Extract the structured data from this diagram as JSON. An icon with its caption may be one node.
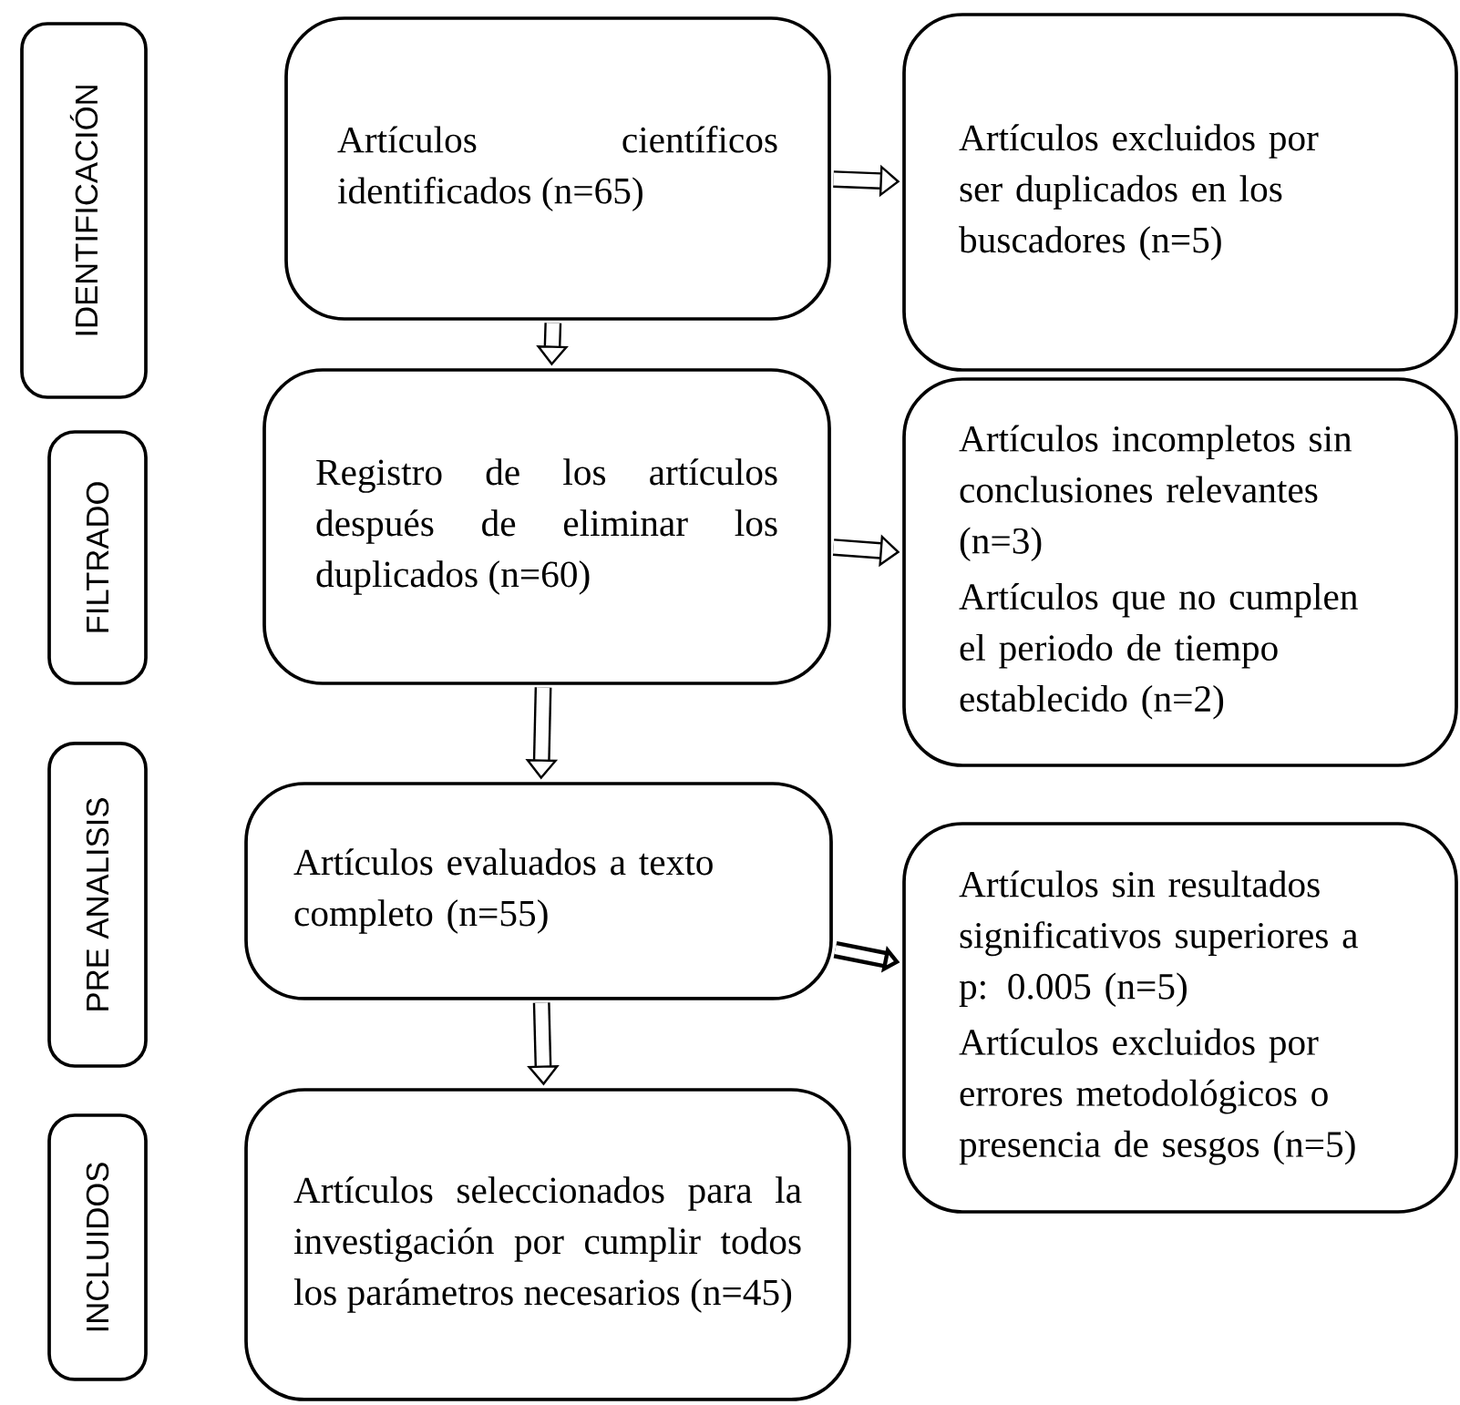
{
  "diagram": {
    "nodes": [
      {
        "text": [
          "IDENTIFICACIÓN"
        ]
      },
      {
        "text": [
          "FILTRADO"
        ]
      },
      {
        "text": [
          "PRE ANALISIS"
        ]
      },
      {
        "text": [
          "INCLUIDOS"
        ]
      },
      {
        "text": [
          "Artículos científicos identificados (n=65)"
        ]
      },
      {
        "text": [
          "Artículos excluidos por ser duplicados en los buscadores (n=5)"
        ]
      },
      {
        "text": [
          "Registro de los artículos después de eliminar los duplicados (n=60)"
        ]
      },
      {
        "text": [
          "Artículos incompletos sin conclusiones relevantes (n=3)",
          "Artículos que no cumplen el periodo de tiempo establecido (n=2)"
        ]
      },
      {
        "text": [
          "Artículos evaluados a texto completo (n=55)"
        ]
      },
      {
        "text": [
          "Artículos sin resultados significativos superiores a p: 0.005 (n=5)",
          "Artículos excluidos por errores metodológicos o presencia de sesgos (n=5)"
        ]
      },
      {
        "text": [
          "Artículos seleccionados para la investigación por cumplir todos los parámetros necesarios (n=45)"
        ]
      }
    ],
    "edges": [
      {
        "from": 4,
        "to": 6,
        "arrow": "to"
      },
      {
        "from": 4,
        "to": 5,
        "arrow": "to"
      },
      {
        "from": 6,
        "to": 7,
        "arrow": "to"
      },
      {
        "from": 6,
        "to": 8,
        "arrow": "to"
      },
      {
        "from": 8,
        "to": 9,
        "arrow": "to"
      },
      {
        "from": 8,
        "to": 10,
        "arrow": "to"
      }
    ]
  }
}
